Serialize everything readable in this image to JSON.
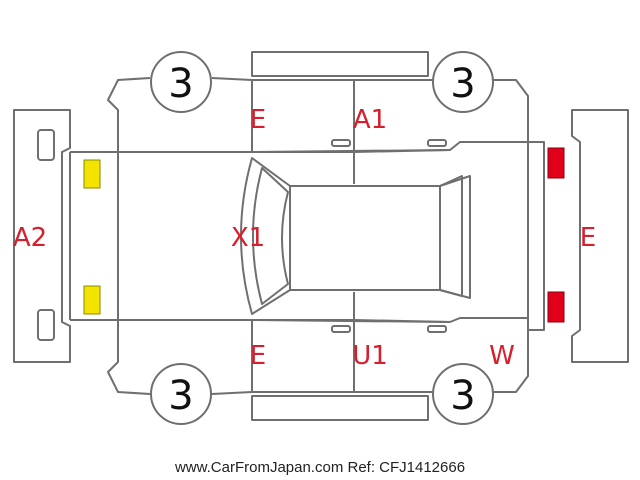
{
  "diagram": {
    "colors": {
      "outline": "#6f6f6f",
      "damage_label": "#d81e2c",
      "yellow_light": "#f2e400",
      "red_light": "#e0001a"
    },
    "tires": {
      "front_left": "3",
      "rear_left": "3",
      "front_right": "3",
      "rear_right": "3"
    },
    "labels": {
      "top_door_front": "E",
      "top_door_rear": "A1",
      "front_bumper": "A2",
      "hood": "X1",
      "rear_bumper": "E",
      "bottom_door_front": "E",
      "bottom_door_rear": "U1",
      "bottom_rear_quarter": "W"
    },
    "footer": "www.CarFromJapan.com Ref: CFJ1412666"
  }
}
